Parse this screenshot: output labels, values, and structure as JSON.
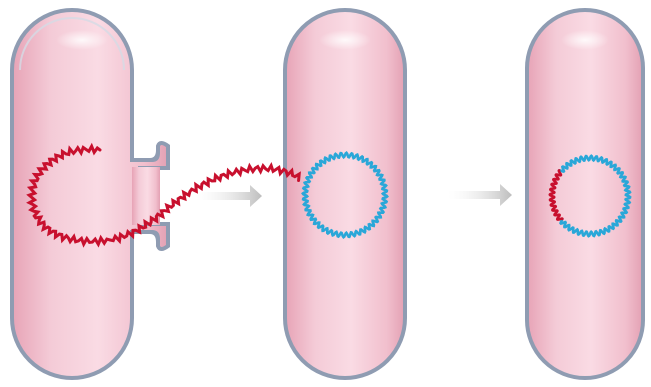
{
  "colors": {
    "background": "#ffffff",
    "cell_fill_light": "#fbe3ea",
    "cell_fill": "#f3c5d2",
    "cell_fill_dark": "#e9a9bb",
    "cell_border": "#8e9bb0",
    "cell_border_light": "#c7cfdc",
    "recipient_chromosome": "#2aa7d8",
    "donor_dna": "#c8102e",
    "arrow": "#c9c9c9"
  },
  "icons": {
    "step_arrow": "right-arrow",
    "donor_cell": "bacterial-cell-with-pilus",
    "recipient_cell": "bacterial-cell"
  }
}
